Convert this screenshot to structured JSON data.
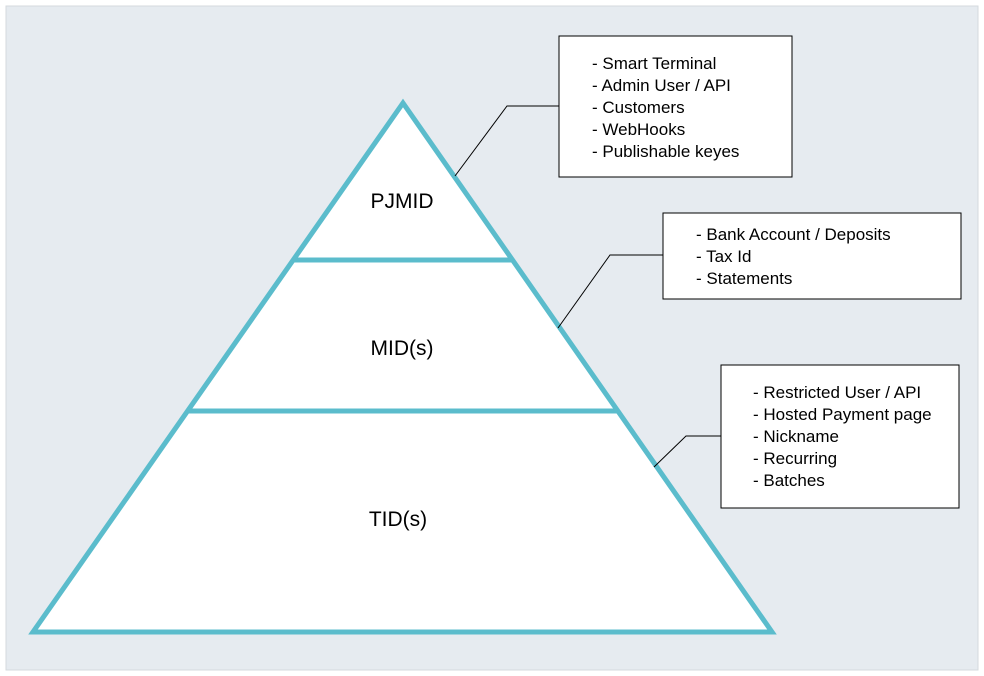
{
  "colors": {
    "background": "#e6ebf0",
    "pyramid_stroke": "#5bbccc",
    "pyramid_fill": "#ffffff",
    "box_stroke": "#000000",
    "connector": "#000000"
  },
  "tiers": [
    {
      "label": "PJMID"
    },
    {
      "label": "MID(s)"
    },
    {
      "label": "TID(s)"
    }
  ],
  "notes": [
    {
      "items": [
        "- Smart Terminal",
        "- Admin User / API",
        "- Customers",
        "- WebHooks",
        "- Publishable keyes"
      ]
    },
    {
      "items": [
        "- Bank Account / Deposits",
        "- Tax Id",
        "- Statements"
      ]
    },
    {
      "items": [
        "- Restricted User / API",
        "- Hosted Payment page",
        "- Nickname",
        "- Recurring",
        "- Batches"
      ]
    }
  ]
}
